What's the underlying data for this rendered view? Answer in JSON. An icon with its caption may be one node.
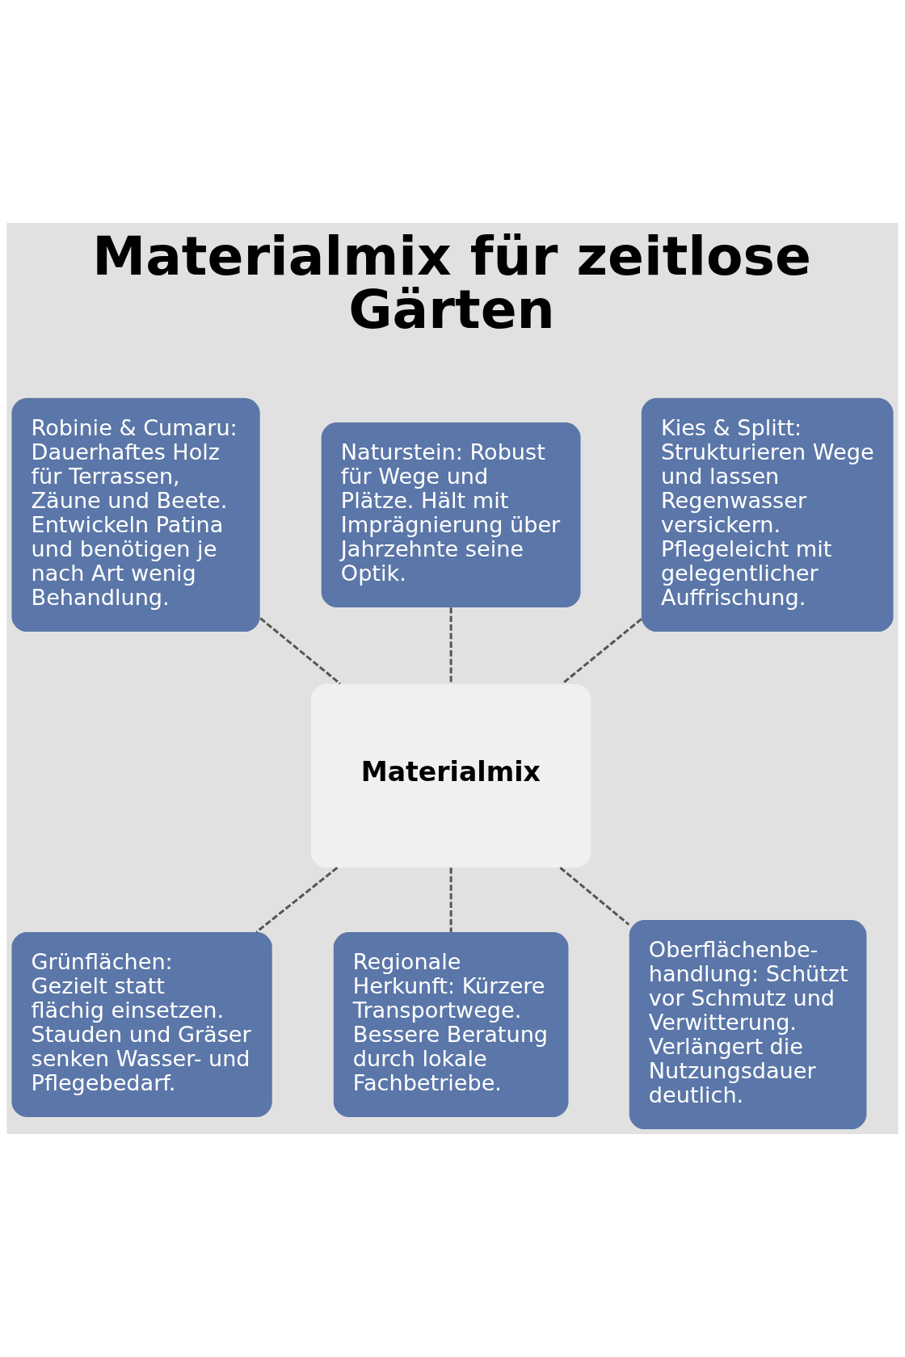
{
  "diagram": {
    "title": "Materialmix für zeitlose Gärten",
    "nodes": [
      {
        "text": [
          "Robinie & Cumaru: Dauerhaftes Holz für Terrassen, Zäune und Beete. Entwickeln Patina und benötigen je nach Art wenig Behandlung."
        ]
      },
      {
        "text": [
          "Naturstein: Robust für Wege und Plätze. Hält mit Imprägnierung über Jahrzehnte seine Optik."
        ]
      },
      {
        "text": [
          "Kies & Splitt: Strukturieren Wege und lassen Regenwasser versickern. Pflegeleicht mit gelegentlicher Auffrischung."
        ]
      },
      {
        "text": [
          "Materialmix"
        ]
      },
      {
        "text": [
          "Grünflächen: Gezielt statt flächig einsetzen. Stauden und Gräser senken Wasser- und Pflegebedarf."
        ]
      },
      {
        "text": [
          "Regionale Herkunft: Kürzere Transportwege. Bessere Beratung durch lokale Fachbetriebe."
        ]
      },
      {
        "text": [
          "Oberflächenbe- handlung: Schützt vor Schmutz und Verwitterung. Verlängert die Nutzungsdauer deutlich."
        ]
      }
    ],
    "edges": [
      {
        "from": 0,
        "to": 3,
        "arrow": "none",
        "style": "dashed"
      },
      {
        "from": 1,
        "to": 3,
        "arrow": "none",
        "style": "dashed"
      },
      {
        "from": 2,
        "to": 3,
        "arrow": "none",
        "style": "dashed"
      },
      {
        "from": 3,
        "to": 4,
        "arrow": "none",
        "style": "dashed"
      },
      {
        "from": 3,
        "to": 5,
        "arrow": "none",
        "style": "dashed"
      },
      {
        "from": 3,
        "to": 6,
        "arrow": "none",
        "style": "dashed"
      }
    ]
  }
}
